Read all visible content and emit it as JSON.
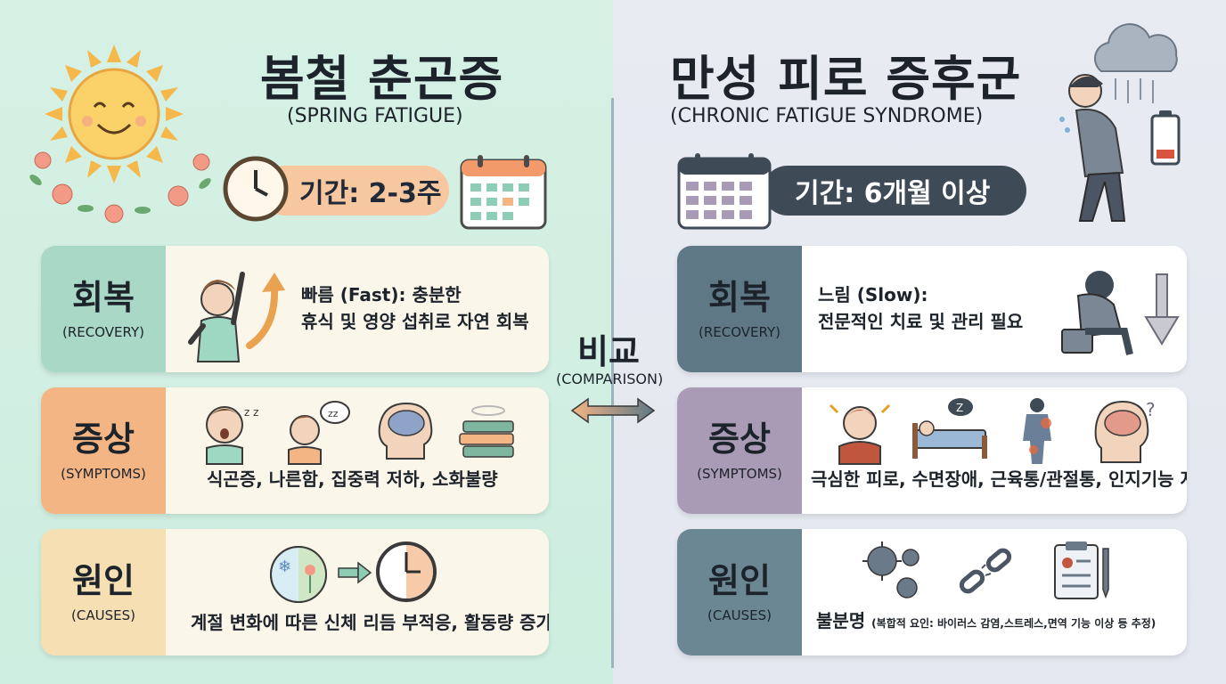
{
  "left": {
    "title": "봄철 춘곤증",
    "subtitle": "(SPRING FATIGUE)",
    "period": "기간: 2-3주",
    "recovery": {
      "label": "회복",
      "label_en": "(RECOVERY)",
      "line1": "빠름 (Fast): 충분한",
      "line2": "휴식 및 영양 섭취로 자연 회복"
    },
    "symptoms": {
      "label": "증상",
      "label_en": "(SYMPTOMS)",
      "text": "식곤증, 나른함, 집중력 저하, 소화불량"
    },
    "causes": {
      "label": "원인",
      "label_en": "(CAUSES)",
      "text": "계절 변화에 따른 신체 리듬 부적응, 활동량 증가"
    }
  },
  "right": {
    "title": "만성 피로 증후군",
    "subtitle": "(CHRONIC FATIGUE SYNDROME)",
    "period": "기간: 6개월 이상",
    "recovery": {
      "label": "회복",
      "label_en": "(RECOVERY)",
      "line1": "느림 (Slow):",
      "line2": "전문적인 치료 및 관리 필요"
    },
    "symptoms": {
      "label": "증상",
      "label_en": "(SYMPTOMS)",
      "text": "극심한 피로, 수면장애, 근육통/관절통, 인지기능 저하"
    },
    "causes": {
      "label": "원인",
      "label_en": "(CAUSES)",
      "text": "불분명",
      "detail": "(복합적 요인: 바이러스 감염,스트레스,면역 기능 이상 등 추정)"
    }
  },
  "comparison": {
    "label": "비교",
    "label_en": "(COMPARISON)"
  },
  "colors": {
    "left_bg": "#d6f0e4",
    "right_bg": "#e8ebf2",
    "recovery_left": "#a9d8c6",
    "symptoms_left": "#f4b585",
    "causes_left": "#f5dfb3",
    "recovery_right": "#5f7886",
    "symptoms_right": "#a99bb5",
    "causes_right": "#6b8794"
  },
  "icons": [
    "sun-icon",
    "clock-icon",
    "calendar-icon",
    "rain-cloud-icon",
    "tired-person-icon",
    "low-battery-icon",
    "stretching-person-icon",
    "arrow-up-icon",
    "yawning-person-icon",
    "sleepy-person-icon",
    "brain-head-icon",
    "books-icon",
    "headache-icon",
    "bed-icon",
    "body-pain-icon",
    "brain-question-icon",
    "season-icon",
    "virus-icon",
    "broken-chain-icon",
    "clipboard-icon",
    "sitting-person-icon",
    "arrow-down-icon",
    "double-arrow-icon"
  ]
}
